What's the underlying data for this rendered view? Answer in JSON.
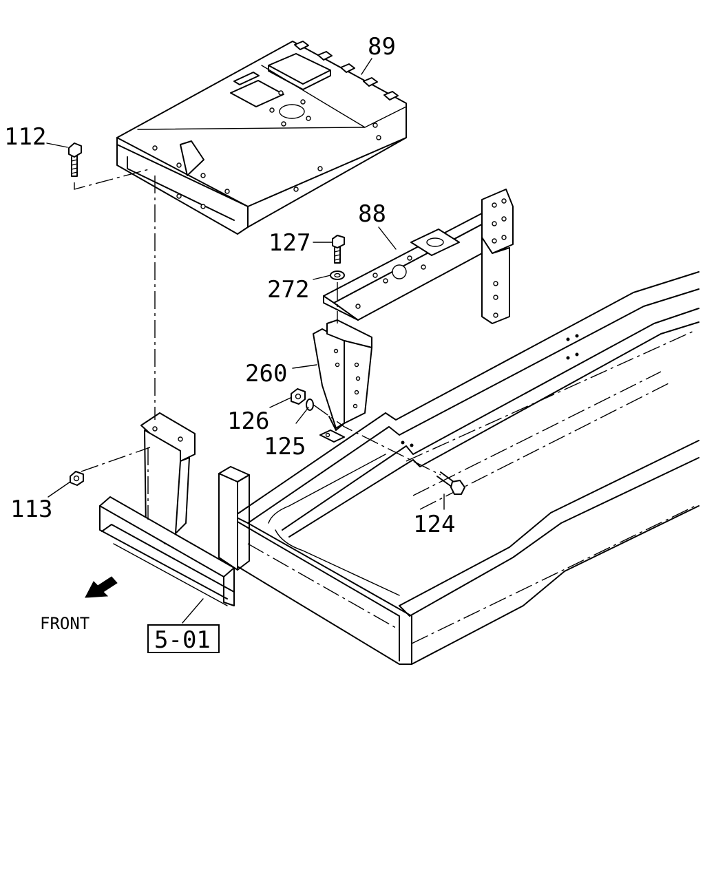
{
  "labels": {
    "p89": "89",
    "p112": "112",
    "p88": "88",
    "p127": "127",
    "p272": "272",
    "p260": "260",
    "p126": "126",
    "p125": "125",
    "p113": "113",
    "p124": "124",
    "ref": "5-01",
    "front": "FRONT"
  },
  "icons": {
    "front_arrow": "arrow-down-left-icon"
  },
  "colors": {
    "line": "#000000",
    "background": "#ffffff"
  }
}
